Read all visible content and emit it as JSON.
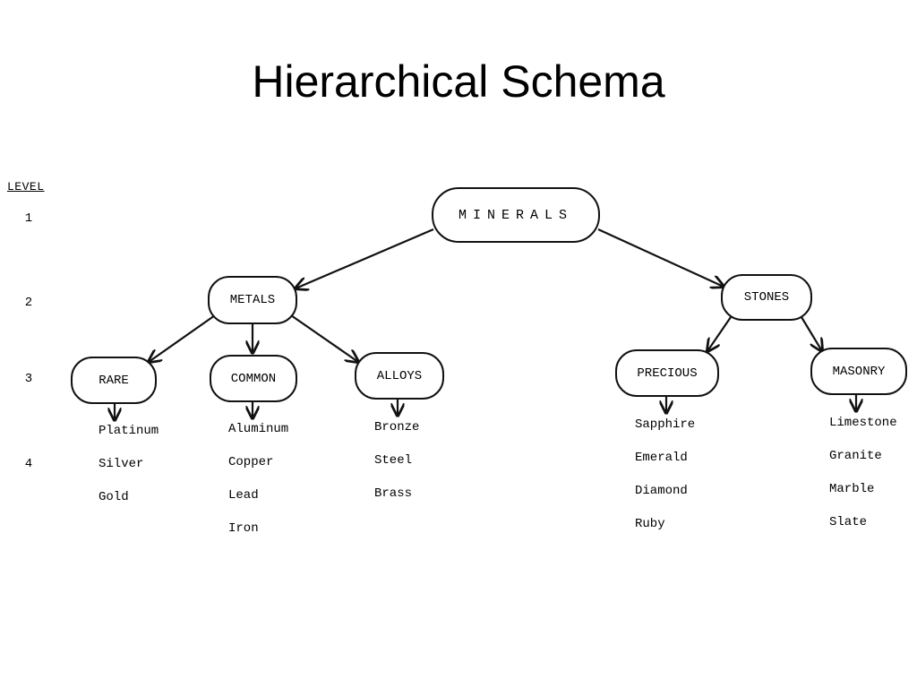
{
  "title": "Hierarchical Schema",
  "level_header": "LEVEL",
  "levels": [
    "1",
    "2",
    "3",
    "4"
  ],
  "nodes": {
    "minerals": "MINERALS",
    "metals": "METALS",
    "stones": "STONES",
    "rare": "RARE",
    "common": "COMMON",
    "alloys": "ALLOYS",
    "precious": "PRECIOUS",
    "masonry": "MASONRY"
  },
  "leaves": {
    "rare": [
      "Platinum",
      "Silver",
      "Gold"
    ],
    "common": [
      "Aluminum",
      "Copper",
      "Lead",
      "Iron"
    ],
    "alloys": [
      "Bronze",
      "Steel",
      "Brass"
    ],
    "precious": [
      "Sapphire",
      "Emerald",
      "Diamond",
      "Ruby"
    ],
    "masonry": [
      "Limestone",
      "Granite",
      "Marble",
      "Slate"
    ]
  }
}
